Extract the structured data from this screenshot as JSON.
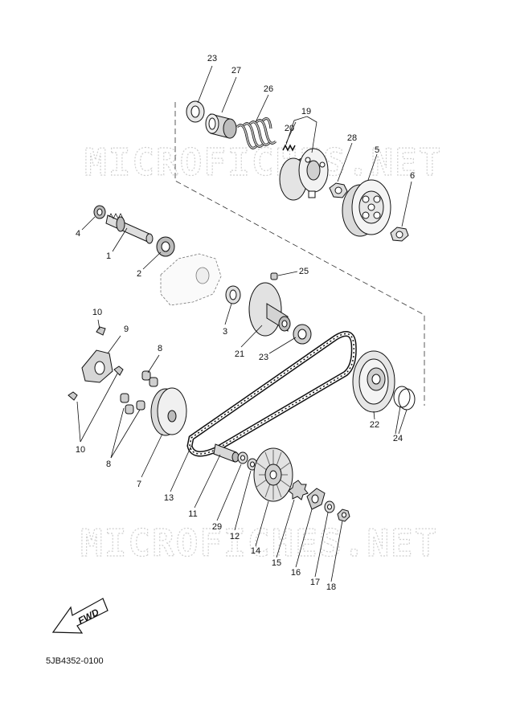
{
  "watermark": "MICROFICHES.NET",
  "diagram_code": "5JB4352-0100",
  "fwd_label": "FWD",
  "callouts": {
    "c1": "1",
    "c2": "2",
    "c3": "3",
    "c4": "4",
    "c5": "5",
    "c6": "6",
    "c7": "7",
    "c8a": "8",
    "c8b": "8",
    "c9": "9",
    "c10a": "10",
    "c10b": "10",
    "c11": "11",
    "c12": "12",
    "c13": "13",
    "c14": "14",
    "c15": "15",
    "c16": "16",
    "c17": "17",
    "c18": "18",
    "c19": "19",
    "c20": "20",
    "c21": "21",
    "c22": "22",
    "c23a": "23",
    "c23b": "23",
    "c24": "24",
    "c25": "25",
    "c26": "26",
    "c27": "27",
    "c28": "28",
    "c29": "29"
  }
}
